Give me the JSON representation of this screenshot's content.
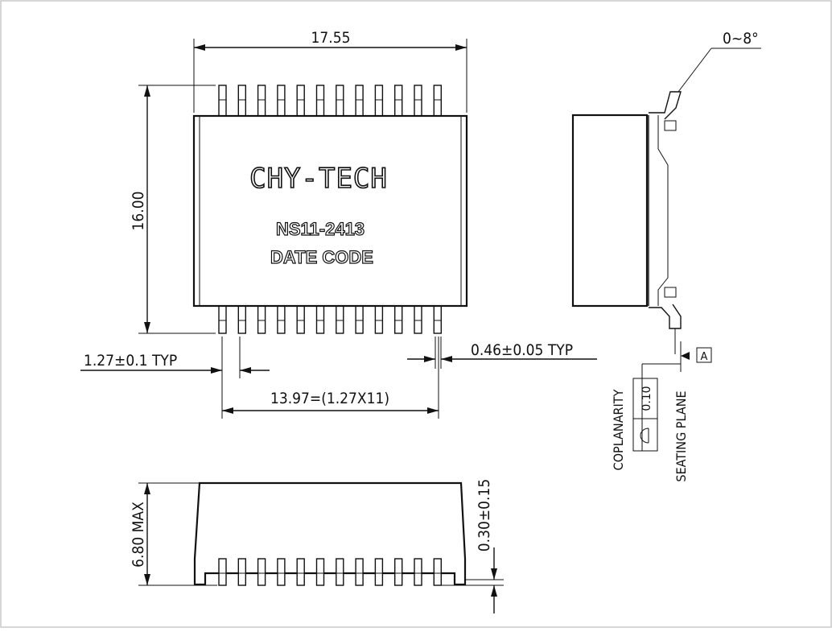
{
  "top_view": {
    "width_label": "17.55",
    "height_label": "16.00",
    "pitch_label": "1.27±0.1  TYP",
    "lead_width_label": "0.46±0.05  TYP",
    "span_label": "13.97=(1.27X11)",
    "pins_per_side": 12,
    "marking": {
      "brand": "CHY-TECH",
      "part_number": "NS11-2413",
      "date_code": "DATE CODE"
    }
  },
  "side_view": {
    "angle_label": "0~8°",
    "datum_label": "A",
    "coplanarity_label": "COPLANARITY",
    "coplanarity_value": "0.10",
    "seating_plane_label": "SEATING  PLANE"
  },
  "front_view": {
    "height_label": "6.80  MAX",
    "standoff_label": "0.30±0.15",
    "pins": 12
  }
}
